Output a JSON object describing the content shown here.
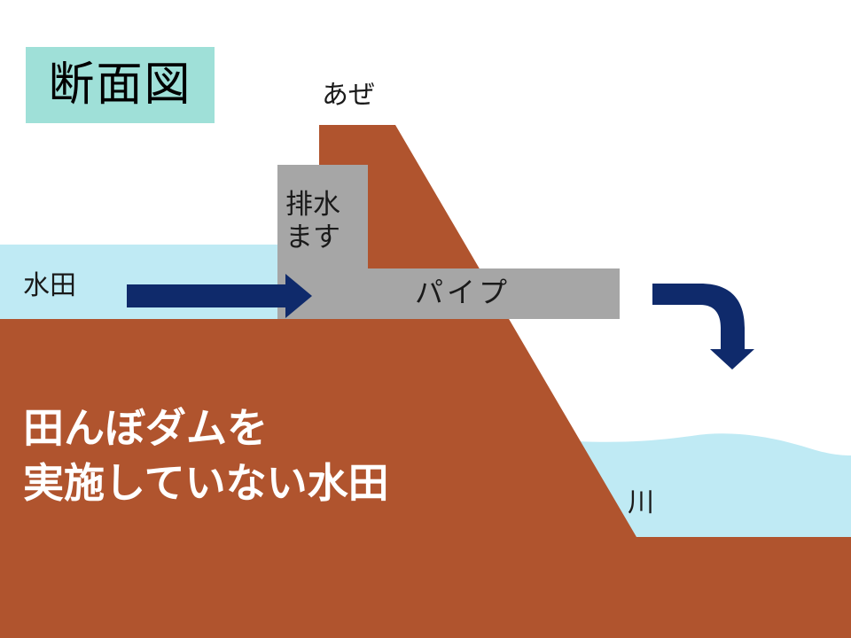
{
  "title": "断面図",
  "labels": {
    "aze": "あぜ",
    "drain_box_line1": "排水",
    "drain_box_line2": "ます",
    "paddy": "水田",
    "pipe": "パイプ",
    "river": "川"
  },
  "caption": {
    "line1": "田んぼダムを",
    "line2": "実施していない水田"
  },
  "colors": {
    "background": "#ffffff",
    "title_box": "#9fe0d8",
    "soil": "#b0542e",
    "water": "#bfeaf4",
    "drain_structure": "#a6a6a6",
    "arrow": "#0f2a6b",
    "caption_text": "#ffffff"
  },
  "icons": {
    "flow_arrow": "right-arrow-icon",
    "outflow_arrow": "curved-down-arrow-icon"
  }
}
